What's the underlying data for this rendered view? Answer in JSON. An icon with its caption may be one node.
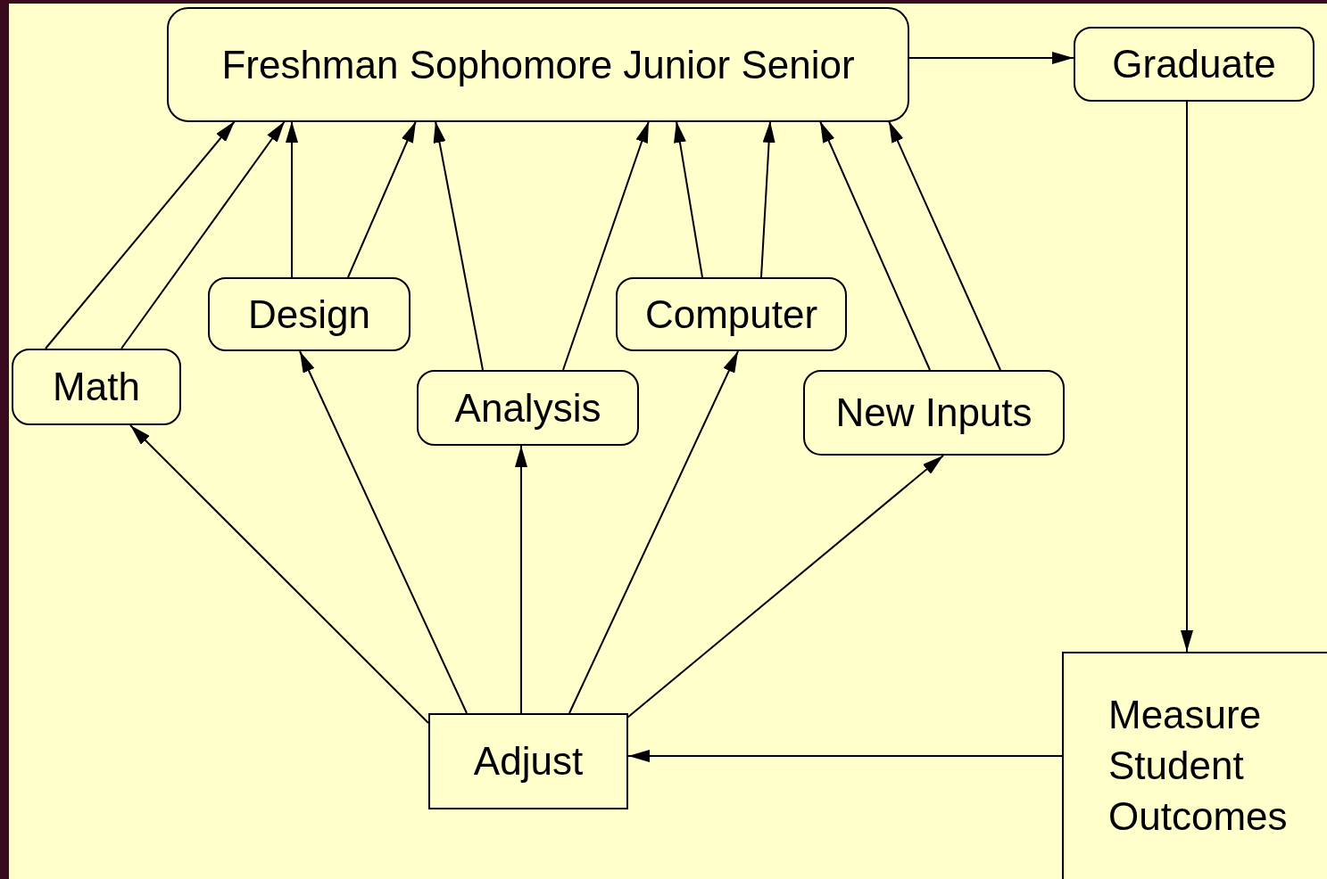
{
  "diagram": {
    "nodes": [
      {
        "text": [
          "Freshman Sophomore Junior Senior"
        ]
      },
      {
        "text": [
          "Graduate"
        ]
      },
      {
        "text": [
          "Math"
        ]
      },
      {
        "text": [
          "Design"
        ]
      },
      {
        "text": [
          "Analysis"
        ]
      },
      {
        "text": [
          "Computer"
        ]
      },
      {
        "text": [
          "New Inputs"
        ]
      },
      {
        "text": [
          "Adjust"
        ]
      },
      {
        "text": [
          "Measure Student Outcomes"
        ]
      }
    ],
    "edges": [
      {
        "from": 0,
        "to": 1,
        "arrow": "to"
      },
      {
        "from": 2,
        "to": 0,
        "arrow": "to"
      },
      {
        "from": 2,
        "to": 0,
        "arrow": "to"
      },
      {
        "from": 3,
        "to": 0,
        "arrow": "to"
      },
      {
        "from": 3,
        "to": 0,
        "arrow": "to"
      },
      {
        "from": 4,
        "to": 0,
        "arrow": "to"
      },
      {
        "from": 4,
        "to": 0,
        "arrow": "to"
      },
      {
        "from": 5,
        "to": 0,
        "arrow": "to"
      },
      {
        "from": 5,
        "to": 0,
        "arrow": "to"
      },
      {
        "from": 6,
        "to": 0,
        "arrow": "to"
      },
      {
        "from": 6,
        "to": 0,
        "arrow": "to"
      },
      {
        "from": 1,
        "to": 8,
        "arrow": "to"
      },
      {
        "from": 8,
        "to": 7,
        "arrow": "to"
      },
      {
        "from": 7,
        "to": 2,
        "arrow": "to"
      },
      {
        "from": 7,
        "to": 3,
        "arrow": "to"
      },
      {
        "from": 7,
        "to": 4,
        "arrow": "to"
      },
      {
        "from": 7,
        "to": 5,
        "arrow": "to"
      },
      {
        "from": 7,
        "to": 6,
        "arrow": "to"
      }
    ]
  }
}
